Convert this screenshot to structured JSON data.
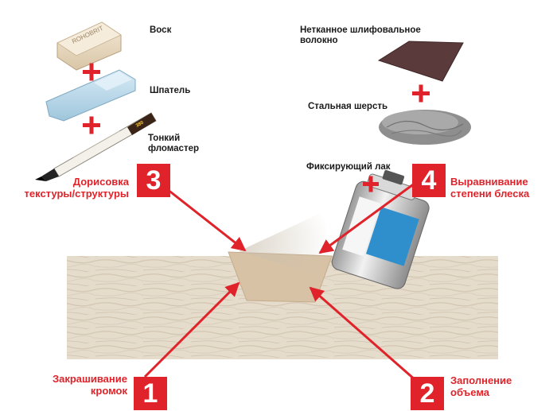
{
  "materials": {
    "wax": "Воск",
    "spatula": "Шпатель",
    "marker": "Тонкий\nфломастер",
    "nonwoven": "Нетканное шлифовальное\nволокно",
    "steel_wool": "Стальная шерсть",
    "lacquer": "Фиксирующий лак"
  },
  "product_texts": {
    "wax_brand": "ROHOBRIT",
    "marker_tag": "380"
  },
  "steps": [
    {
      "number": "1",
      "label": "Закрашивание\nкромок"
    },
    {
      "number": "2",
      "label": "Заполнение\nобъема"
    },
    {
      "number": "3",
      "label": "Дорисовка\nтекстуры/структуры"
    },
    {
      "number": "4",
      "label": "Выравнивание\nстепени блеска"
    }
  ],
  "colors": {
    "accent_red": "#e0232a",
    "board": "#e6dccc",
    "filler": "#d7c2a6"
  }
}
